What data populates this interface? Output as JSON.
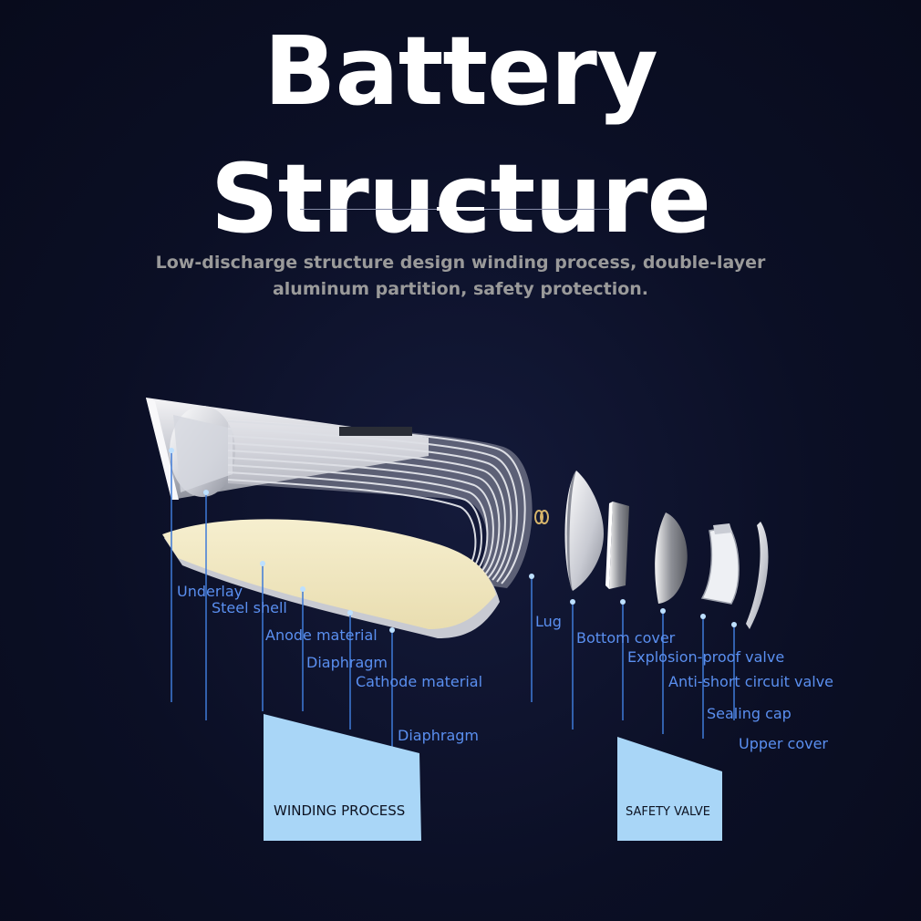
{
  "title": "Battery Structure",
  "subtitle": {
    "line1": "Low-discharge structure design winding process, double-layer",
    "line2": "aluminum partition, safety protection."
  },
  "colors": {
    "background": "#0b0f25",
    "label": "#5a8ff0",
    "panel": "#a9d6f7",
    "leader": "#3f7bd8"
  },
  "labels": {
    "underlay": "Underlay",
    "steel_shell": "Steel shell",
    "anode_material": "Anode material",
    "diaphragm_1": "Diaphragm",
    "cathode_material": "Cathode material",
    "diaphragm_2": "Diaphragm",
    "lug": "Lug",
    "bottom_cover": "Bottom cover",
    "explosion_proof_valve": "Explosion-proof valve",
    "anti_short_circuit_valve": "Anti-short circuit valve",
    "sealing_cap": "Sealing cap",
    "upper_cover": "Upper cover"
  },
  "panels": {
    "winding": "WINDING PROCESS",
    "safety": "SAFETY VALVE"
  }
}
